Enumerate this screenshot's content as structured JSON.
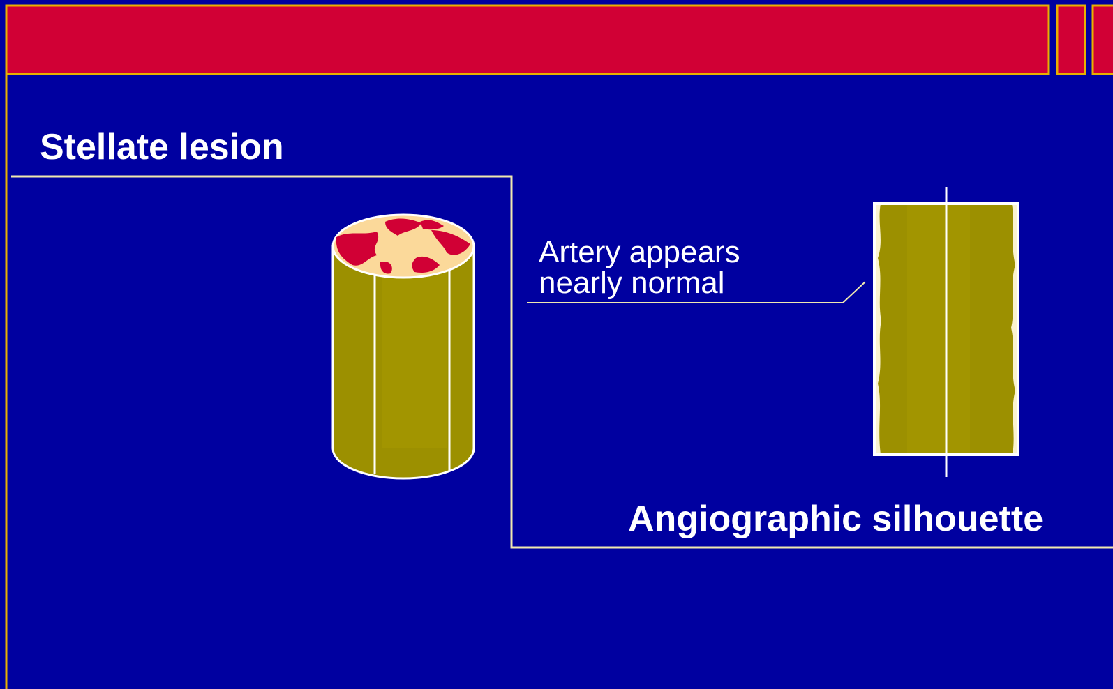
{
  "slide": {
    "left_title": "Stellate lesion",
    "right_title": "Angiographic silhouette",
    "annotation_line1": "Artery appears",
    "annotation_line2": "nearly normal"
  },
  "colors": {
    "background": "#0000a0",
    "header_bar": "#d10035",
    "border_gold": "#e8b000",
    "vessel_olive": "#9c9000",
    "plaque_red": "#d10035",
    "plaque_cream": "#fbd99a",
    "outline_white": "#ffffff"
  },
  "icons": {
    "cylinder": "stellate-lesion-cylinder-icon",
    "silhouette": "angiographic-silhouette-icon"
  }
}
